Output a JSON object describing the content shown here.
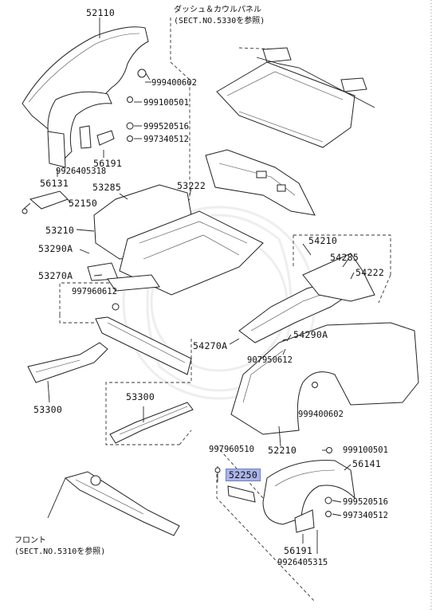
{
  "sections": {
    "dash_note_line1": "ダッシュ＆カウルパネル",
    "dash_note_line2": "(SECT.NO.5330を参照)",
    "front_note_line1": "フロント",
    "front_note_line2": "(SECT.NO.5310を参照)"
  },
  "labels": {
    "p52110": "52110",
    "p999400602a": "999400602",
    "p999100501a": "999100501",
    "p999520516a": "999520516",
    "p997340512a": "997340512",
    "p56191a": "56191",
    "p9926405318": "9926405318",
    "p56131": "56131",
    "p52150": "52150",
    "p53285": "53285",
    "p53222": "53222",
    "p53210": "53210",
    "p53290A": "53290A",
    "p53270A": "53270A",
    "p997960612": "997960612",
    "p53300a": "53300",
    "p53300b": "53300",
    "p54210": "54210",
    "p54285": "54285",
    "p54222": "54222",
    "p54290A": "54290A",
    "p54270A": "54270A",
    "p907950612": "907950612",
    "p999400602b": "999400602",
    "p52210": "52210",
    "p997960510": "997960510",
    "p52250": "52250",
    "p999100501b": "999100501",
    "p56141": "56141",
    "p999520516b": "999520516",
    "p997340512b": "997340512",
    "p56191b": "56191",
    "p9926405315": "9926405315"
  },
  "highlight_color": "#aab4e8"
}
